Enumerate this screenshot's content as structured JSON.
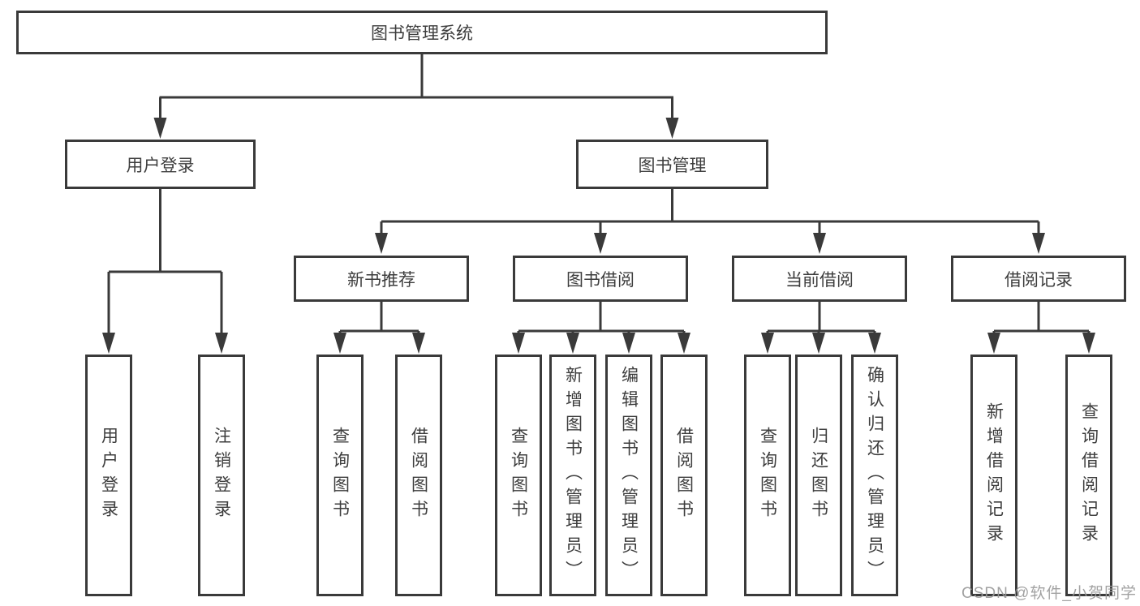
{
  "colors": {
    "line": "#3a3a3a",
    "text": "#3d3d3d",
    "watermark": "#9c9c9c"
  },
  "watermark": {
    "text": "CSDN @软件_小贺同学"
  },
  "diagram": {
    "type": "tree",
    "root": {
      "label": "图书管理系统"
    },
    "branches": [
      {
        "label": "用户登录",
        "children": [
          {
            "label": "用户登录"
          },
          {
            "label": "注销登录"
          }
        ]
      },
      {
        "label": "图书管理",
        "children": [
          {
            "label": "新书推荐",
            "children": [
              {
                "label": "查询图书"
              },
              {
                "label": "借阅图书"
              }
            ]
          },
          {
            "label": "图书借阅",
            "children": [
              {
                "label": "查询图书"
              },
              {
                "label": "新增图书（管理员）"
              },
              {
                "label": "编辑图书（管理员）"
              },
              {
                "label": "借阅图书"
              }
            ]
          },
          {
            "label": "当前借阅",
            "children": [
              {
                "label": "查询图书"
              },
              {
                "label": "归还图书"
              },
              {
                "label": "确认归还（管理员）"
              }
            ]
          },
          {
            "label": "借阅记录",
            "children": [
              {
                "label": "新增借阅记录"
              },
              {
                "label": "查询借阅记录"
              }
            ]
          }
        ]
      }
    ]
  }
}
